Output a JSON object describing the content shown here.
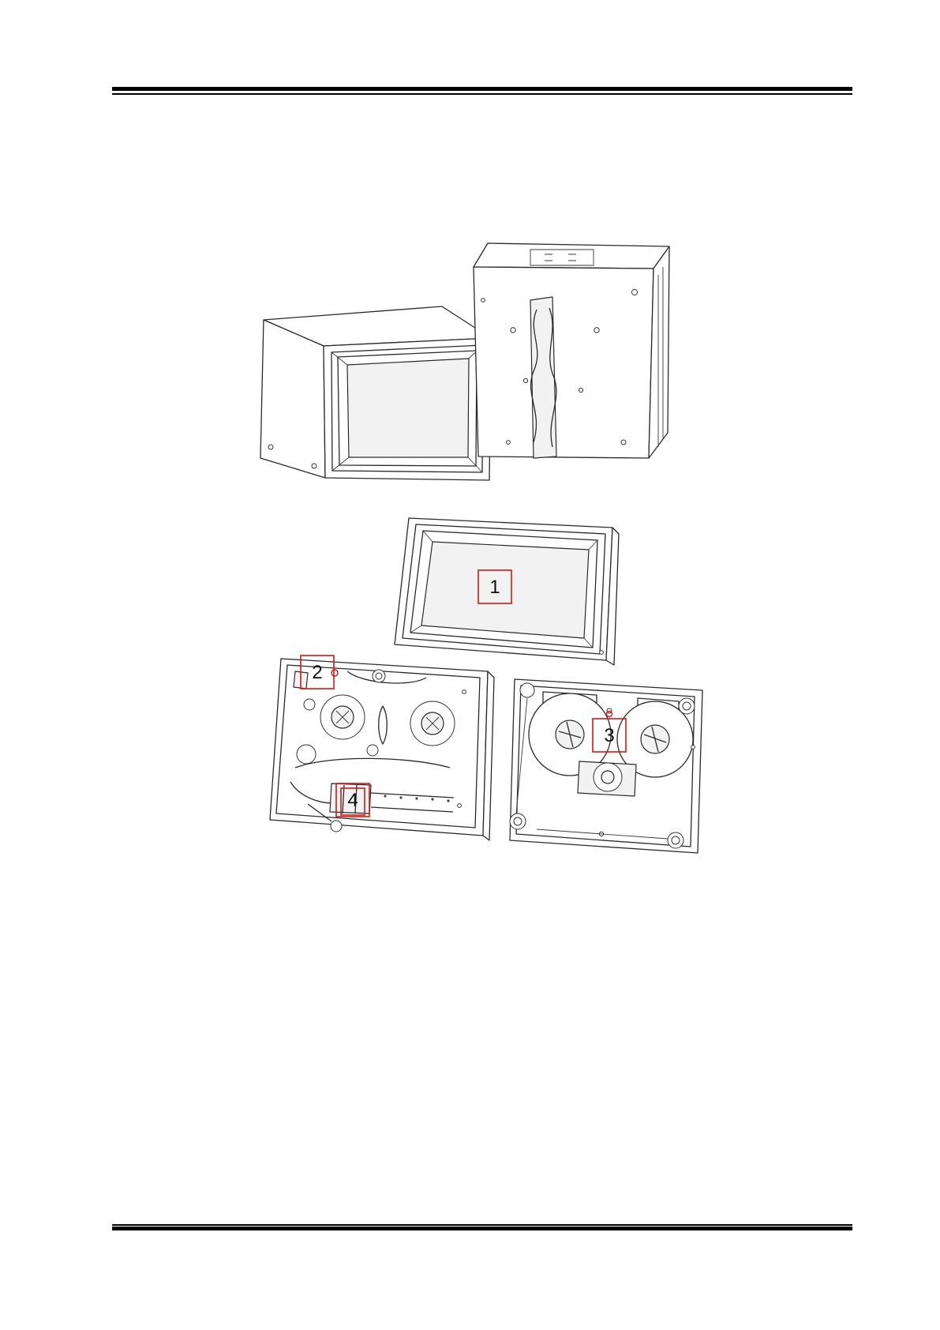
{
  "callouts": [
    {
      "label": "1"
    },
    {
      "label": "2"
    },
    {
      "label": "3"
    },
    {
      "label": "4"
    }
  ],
  "colors": {
    "rule": "#000000",
    "callout_box": "#d01818",
    "drawing_line": "#2a2a2a"
  }
}
